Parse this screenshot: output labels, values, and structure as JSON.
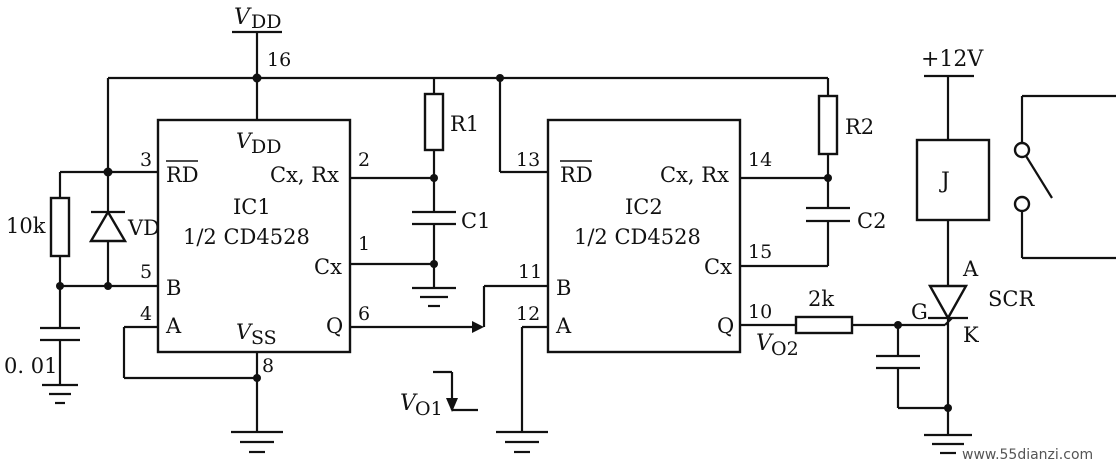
{
  "supply": {
    "vdd_symbol": "V",
    "vdd_subscript": "DD",
    "vdd_pin": "16",
    "plus12v": "+12V"
  },
  "ic1": {
    "name": "IC1",
    "part": "1/2  CD4528",
    "vdd_v": "V",
    "vdd_sub": "DD",
    "vss_v": "V",
    "vss_sub": "SS",
    "cxrx": "Cx, Rx",
    "cx": "Cx",
    "rd": "RD",
    "b": "B",
    "a": "A",
    "q": "Q",
    "pins": {
      "rd": "3",
      "cxrx": "2",
      "cx": "1",
      "b": "5",
      "a": "4",
      "q": "6",
      "vss": "8"
    }
  },
  "ic2": {
    "name": "IC2",
    "part": "1/2  CD4528",
    "cxrx": "Cx, Rx",
    "cx": "Cx",
    "rd": "RD",
    "b": "B",
    "a": "A",
    "q": "Q",
    "pins": {
      "rd": "13",
      "cxrx": "14",
      "cx": "15",
      "b": "11",
      "a": "12",
      "q": "10"
    }
  },
  "components": {
    "r1": "R1",
    "r2": "R2",
    "c1": "C1",
    "c2": "C2",
    "r10k": "10k",
    "c001": "0. 01",
    "vd": "VD",
    "r2k": "2k",
    "relay": "J",
    "scr": "SCR",
    "scr_a": "A",
    "scr_k": "K",
    "scr_g": "G"
  },
  "signals": {
    "v01_v": "V",
    "v01_sub": "O1",
    "v02_v": "V",
    "v02_sub": "O2"
  },
  "watermark": "www.55dianzi.com"
}
